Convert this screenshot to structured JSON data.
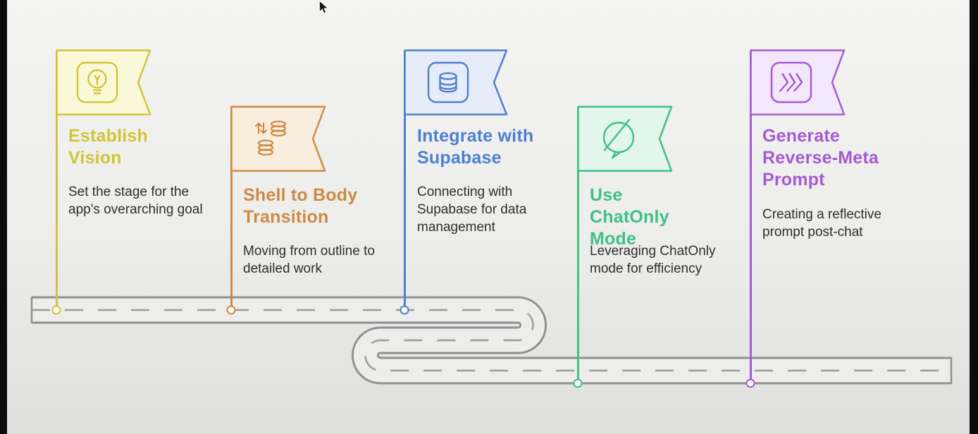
{
  "page": {
    "background_top": "#f3f3f1",
    "background_bottom": "#dfdfdd",
    "edge_bar_color": "#0b0b0b"
  },
  "road": {
    "outline_color": "#909090",
    "dash_color": "#9c9c9c",
    "surface_color": "#ededeb"
  },
  "cursor": {
    "name": "mouse-cursor"
  },
  "roadmap": {
    "milestones": [
      {
        "title": "Establish Vision",
        "description": "Set the stage for the app's overarching goal",
        "accent_color": "#d2c535",
        "flag_fill": "#fbf8da",
        "icon": "lightbulb-icon"
      },
      {
        "title": "Shell to Body Transition",
        "description": "Moving from outline to detailed work",
        "accent_color": "#cd8a44",
        "flag_fill": "#f9eedd",
        "icon": "data-stacks-transfer-icon"
      },
      {
        "title": "Integrate with Supabase",
        "description": "Connecting with Supabase for data management",
        "accent_color": "#4d80d2",
        "flag_fill": "#e6edf9",
        "icon": "database-icon"
      },
      {
        "title": "Use ChatOnly Mode",
        "description": "Leveraging ChatOnly mode for efficiency",
        "accent_color": "#3fc183",
        "flag_fill": "#e2f6eb",
        "icon": "chat-disabled-icon"
      },
      {
        "title": "Generate Reverse-Meta Prompt",
        "description": "Creating a reflective prompt post-chat",
        "accent_color": "#a55ad2",
        "flag_fill": "#f3e8fb",
        "icon": "chevrons-icon"
      }
    ]
  }
}
